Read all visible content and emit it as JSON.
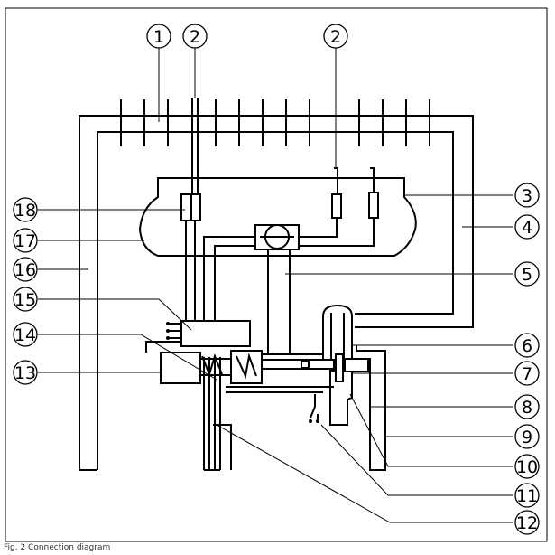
{
  "figure": {
    "caption": "Fig. 2  Connection diagram"
  },
  "callouts": [
    {
      "id": "c1",
      "label": "1"
    },
    {
      "id": "c2a",
      "label": "2"
    },
    {
      "id": "c2b",
      "label": "2"
    },
    {
      "id": "c3",
      "label": "3"
    },
    {
      "id": "c4",
      "label": "4"
    },
    {
      "id": "c5",
      "label": "5"
    },
    {
      "id": "c6",
      "label": "6"
    },
    {
      "id": "c7",
      "label": "7"
    },
    {
      "id": "c8",
      "label": "8"
    },
    {
      "id": "c9",
      "label": "9"
    },
    {
      "id": "c10",
      "label": "10"
    },
    {
      "id": "c11",
      "label": "11"
    },
    {
      "id": "c12",
      "label": "12"
    },
    {
      "id": "c13",
      "label": "13"
    },
    {
      "id": "c14",
      "label": "14"
    },
    {
      "id": "c15",
      "label": "15"
    },
    {
      "id": "c16",
      "label": "16"
    },
    {
      "id": "c17",
      "label": "17"
    },
    {
      "id": "c18",
      "label": "18"
    }
  ]
}
